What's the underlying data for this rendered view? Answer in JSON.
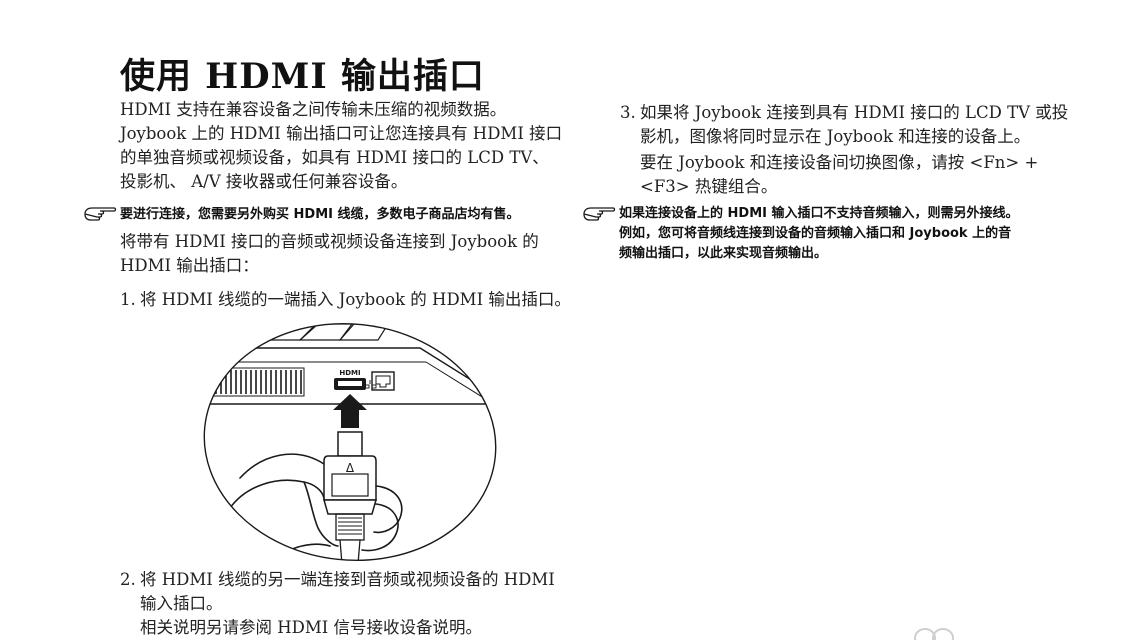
{
  "title": "使用 HDMI 输出插口",
  "intro": {
    "line1": "HDMI 支持在兼容设备之间传输未压缩的视频数据。",
    "line2": "Joybook 上的 HDMI 输出插口可让您连接具有 HDMI 接口",
    "line3": "的单独音频或视频设备，如具有 HDMI 接口的 LCD TV、",
    "line4": "投影机、 A/V 接收器或任何兼容设备。"
  },
  "note1": {
    "icon": "pointing-hand-icon",
    "text": "要进行连接，您需要另外购买 HDMI 线缆，多数电子商品店均有售。"
  },
  "connect_intro": {
    "line1": "将带有 HDMI 接口的音频或视频设备连接到 Joybook 的",
    "line2": "HDMI 输出插口："
  },
  "steps": [
    {
      "num": "1.",
      "lines": [
        "将 HDMI 线缆的一端插入 Joybook 的 HDMI 输出插口。"
      ]
    },
    {
      "num": "2.",
      "lines": [
        "将 HDMI 线缆的另一端连接到音频或视频设备的 HDMI",
        "输入插口。",
        "相关说明另请参阅 HDMI 信号接收设备说明。"
      ]
    },
    {
      "num": "3.",
      "lines": [
        "如果将 Joybook 连接到具有 HDMI 接口的 LCD TV 或投",
        "影机，图像将同时显示在 Joybook 和连接的设备上。",
        "要在 Joybook 和连接设备间切换图像，请按 <Fn> +",
        "<F3> 热键组合。"
      ]
    }
  ],
  "note2": {
    "icon": "pointing-hand-icon",
    "line1": "如果连接设备上的 HDMI 输入插口不支持音频输入，则需另外接线。",
    "line2": "例如，您可将音频线连接到设备的音频输入插口和 Joybook 上的音",
    "line3": "频输出插口，以此来实现音频输出。"
  },
  "illustration": {
    "port_label": "HDMI",
    "cable_symbol": "Δ"
  },
  "colors": {
    "text": "#222222",
    "line_art": "#1a1a1a",
    "background": "#ffffff"
  }
}
